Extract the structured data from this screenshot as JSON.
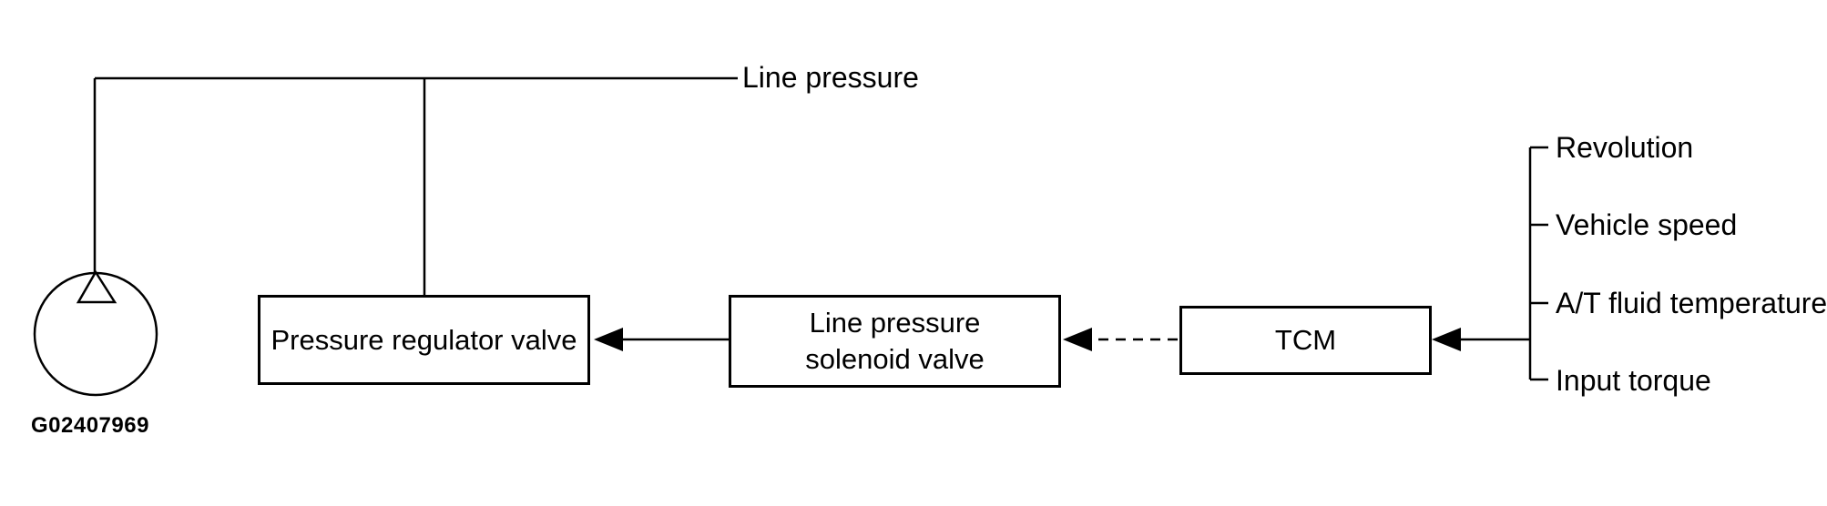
{
  "diagram": {
    "title_label": "Line pressure",
    "figure_id": "G02407969",
    "nodes": {
      "pressure_regulator_valve": {
        "label": "Pressure regulator valve"
      },
      "line_pressure_solenoid_valve": {
        "label_line1": "Line pressure",
        "label_line2": "solenoid valve"
      },
      "tcm": {
        "label": "TCM"
      }
    },
    "tcm_inputs": [
      {
        "label": "Revolution"
      },
      {
        "label": "Vehicle speed"
      },
      {
        "label": "A/T fluid temperature"
      },
      {
        "label": "Input torque"
      }
    ],
    "connections": {
      "pump_to_line_pressure": "solid",
      "solenoid_to_regulator": "solid-arrow",
      "tcm_to_solenoid": "dashed-arrow",
      "inputs_to_tcm": "solid-arrow"
    },
    "colors": {
      "line": "#000000",
      "background": "#ffffff"
    }
  }
}
